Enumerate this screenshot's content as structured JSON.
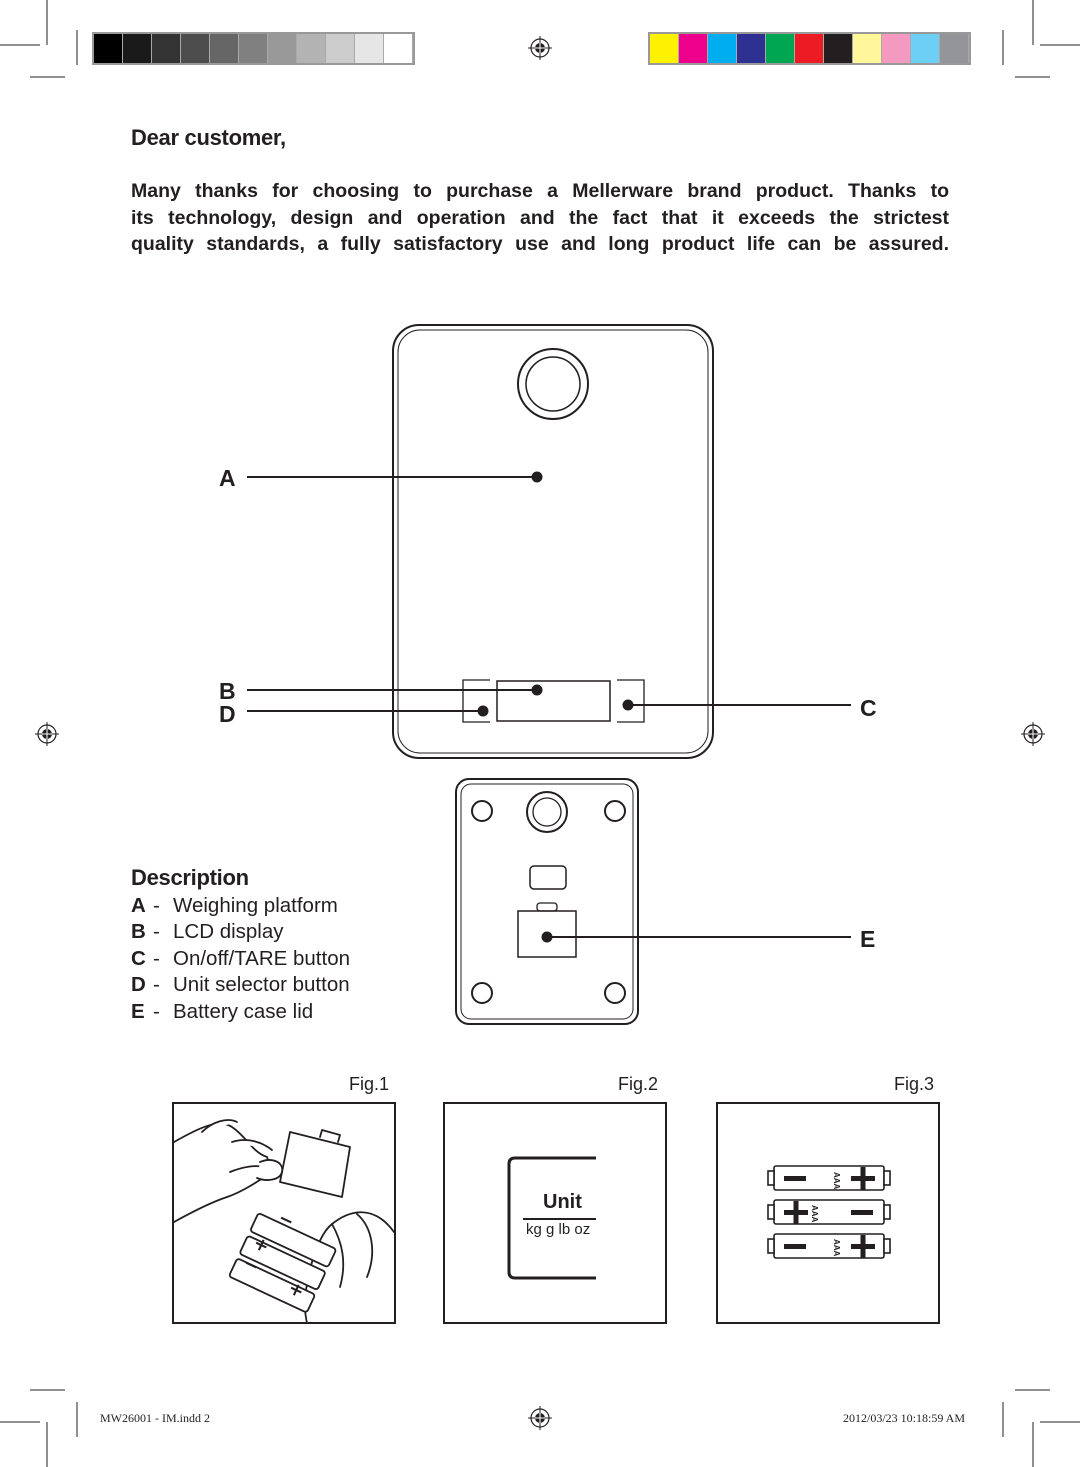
{
  "heading": "Dear customer,",
  "intro_lines": [
    "Many thanks for choosing to purchase a Mellerware brand product. Thanks to",
    "its technology, design and operation and the fact that it exceeds the strictest",
    "quality standards, a fully satisfactory use and long product life can be assured."
  ],
  "callouts": {
    "a": "A",
    "b": "B",
    "c": "C",
    "d": "D",
    "e": "E"
  },
  "description": {
    "title": "Description",
    "items": [
      {
        "key": "A",
        "label": "Weighing platform"
      },
      {
        "key": "B",
        "label": "LCD display"
      },
      {
        "key": "C",
        "label": "On/off/TARE button"
      },
      {
        "key": "D",
        "label": "Unit selector button"
      },
      {
        "key": "E",
        "label": "Battery case lid"
      }
    ]
  },
  "figures": {
    "fig1": "Fig.1",
    "fig2": "Fig.2",
    "fig3": "Fig.3",
    "unit_title": "Unit",
    "unit_options": "kg g lb oz",
    "battery_type": "AAA"
  },
  "footer": {
    "file": "MW26001 - IM.indd   2",
    "timestamp": "2012/03/23   10:18:59 AM"
  },
  "print_marks": {
    "gray_swatches": [
      "#000000",
      "#1a1a1a",
      "#333333",
      "#4d4d4d",
      "#666666",
      "#808080",
      "#999999",
      "#b3b3b3",
      "#cccccc",
      "#e6e6e6",
      "#ffffff"
    ],
    "color_swatches": [
      "#fff200",
      "#ec008c",
      "#00aeef",
      "#2e3192",
      "#00a651",
      "#ed1c24",
      "#231f20",
      "#fff799",
      "#f49ac1",
      "#6dcff6",
      "#939598"
    ]
  }
}
